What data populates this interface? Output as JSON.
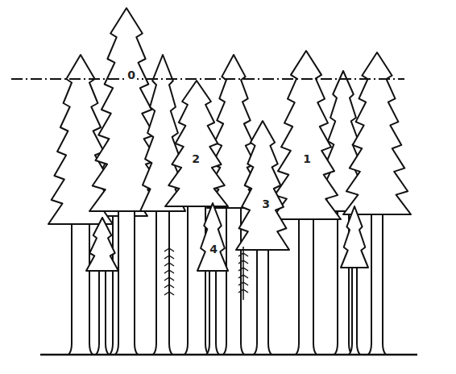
{
  "diagram": {
    "labels": [
      "0",
      "2",
      "3",
      "1",
      "4"
    ]
  }
}
